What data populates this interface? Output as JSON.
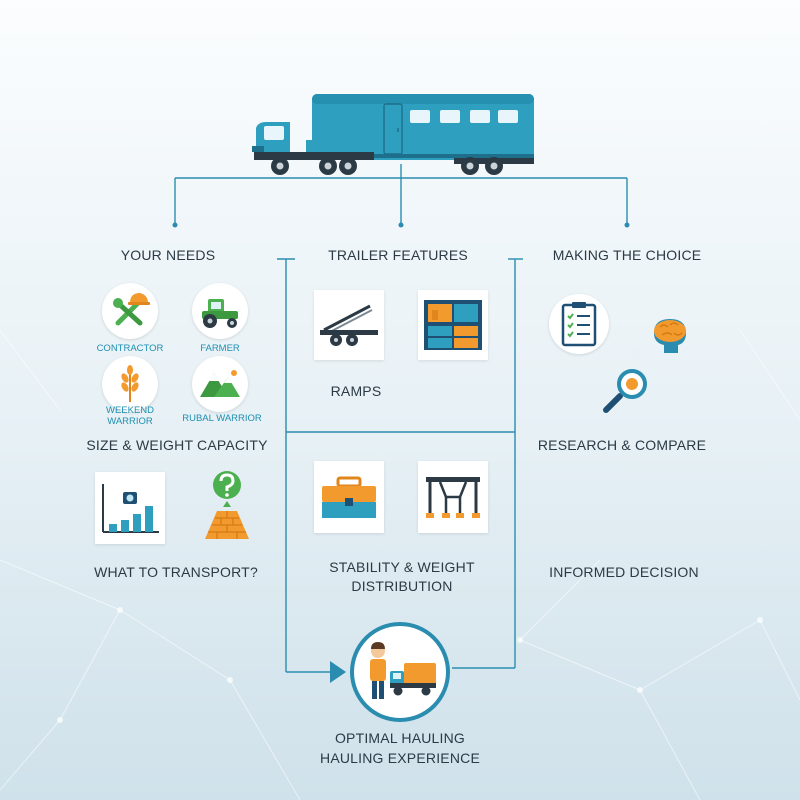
{
  "columns": {
    "needs": {
      "title": "YOUR NEEDS",
      "profiles": [
        {
          "label": "CONTRACTOR",
          "icon": "wrench-hardhat-icon"
        },
        {
          "label": "FARMER",
          "icon": "tractor-icon"
        },
        {
          "label": "WEEKEND\nWARRIOR",
          "icon": "wheat-icon"
        },
        {
          "label": "RUBAL WARRIOR",
          "icon": "mountain-icon"
        }
      ],
      "capacity_title": "SIZE & WEIGHT CAPACITY",
      "transport_title": "WHAT TO TRANSPORT?"
    },
    "features": {
      "title": "TRAILER FEATURES",
      "ramps_label": "RAMPS",
      "stability_label": "STABILITY & WEIGHT\nDISTRIBUTION"
    },
    "choice": {
      "title": "MAKING THE CHOICE",
      "research_label": "RESEARCH & COMPARE",
      "decision_label": "INFORMED DECISION"
    }
  },
  "result": {
    "label": "OPTIMAL HAULING\nHAULING EXPERIENCE"
  },
  "colors": {
    "accent": "#2a8db0",
    "trailer": "#2e9fbf",
    "orange": "#f29a2e",
    "green": "#4caf50",
    "navy": "#1f4f73"
  }
}
